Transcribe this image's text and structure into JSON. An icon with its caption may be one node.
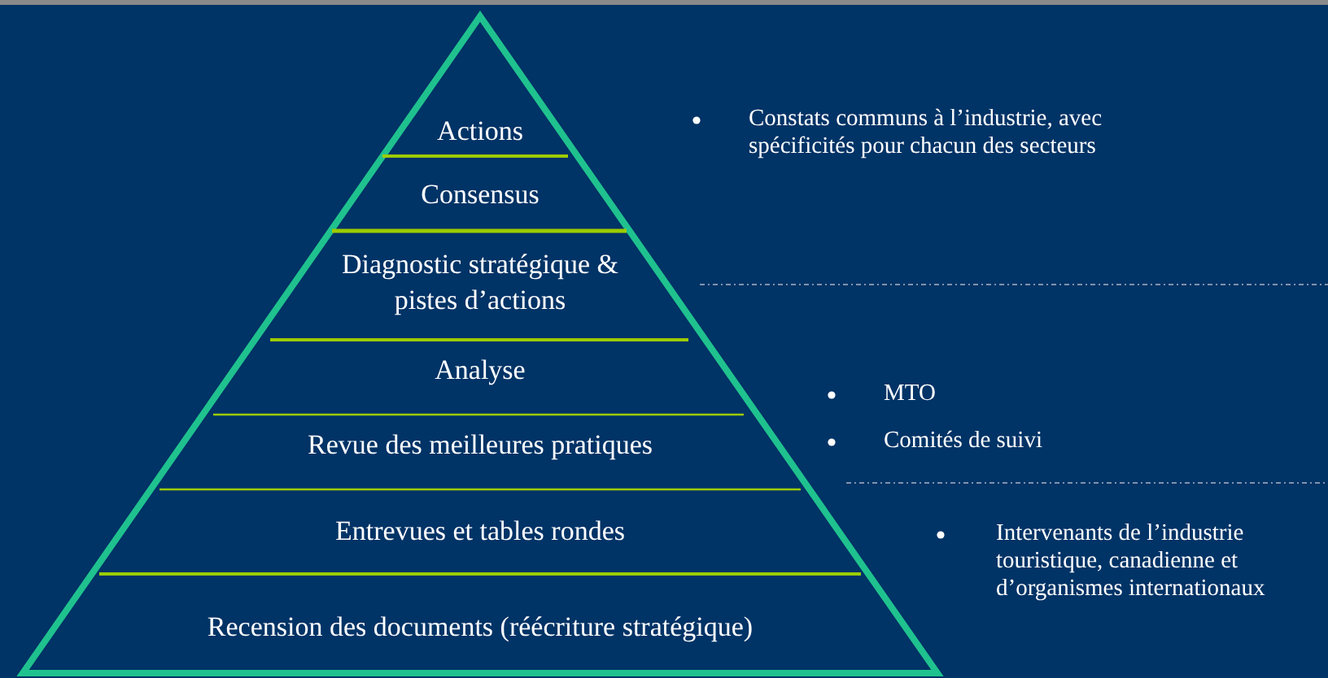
{
  "diagram": {
    "nodes": [
      {
        "text": [
          "Actions"
        ]
      },
      {
        "text": [
          "Consensus"
        ]
      },
      {
        "text": [
          "Diagnostic stratégique & pistes d’actions"
        ]
      },
      {
        "text": [
          "Analyse"
        ]
      },
      {
        "text": [
          "Revue des meilleures pratiques"
        ]
      },
      {
        "text": [
          "Entrevues et tables rondes"
        ]
      },
      {
        "text": [
          "Recension des documents (réécriture stratégique)"
        ]
      }
    ],
    "labels": [
      "Constats communs à l’industrie, avec spécificités pour chacun des secteurs",
      "MTO",
      "Comités de suivi",
      "Intervenants  de l’industrie touristique, canadienne et d’organismes internationaux"
    ]
  }
}
